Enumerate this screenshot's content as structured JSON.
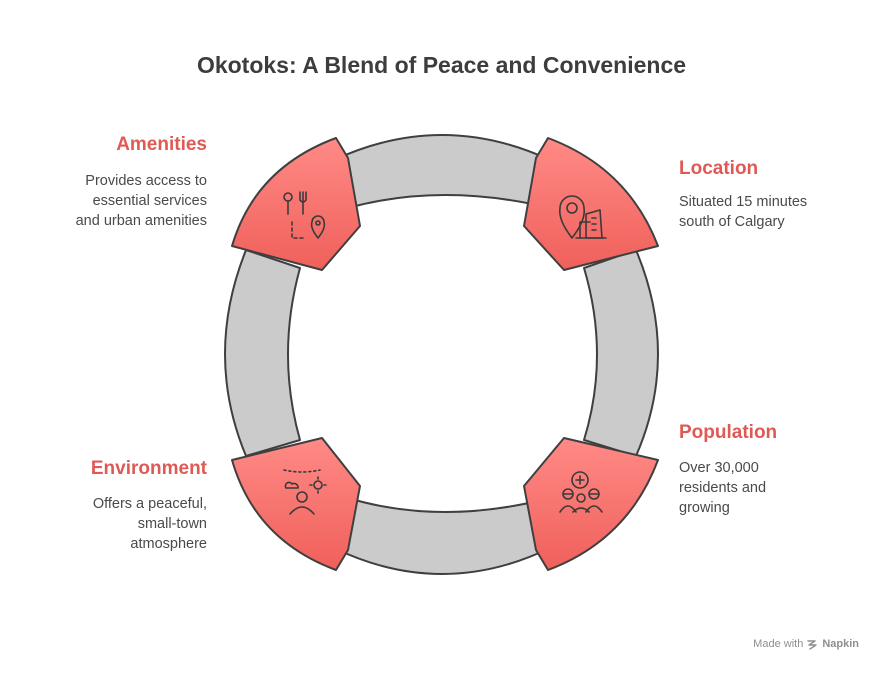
{
  "title": "Okotoks: A Blend of Peace and Convenience",
  "sections": {
    "amenities": {
      "label": "Amenities",
      "lines": [
        "Provides access to",
        "essential services",
        "and urban amenities"
      ],
      "icon": "utensils-location-icon"
    },
    "location": {
      "label": "Location",
      "lines": [
        "Situated 15 minutes",
        "south of Calgary"
      ],
      "icon": "map-pin-buildings-icon"
    },
    "population": {
      "label": "Population",
      "lines": [
        "Over 30,000",
        "residents and",
        "growing"
      ],
      "icon": "people-group-plus-icon"
    },
    "environment": {
      "label": "Environment",
      "lines": [
        "Offers a peaceful,",
        "small-town",
        "atmosphere"
      ],
      "icon": "person-sun-cloud-icon"
    }
  },
  "footer": {
    "prefix": "Made with",
    "brand": "Napkin"
  },
  "colors": {
    "accent": "#e05a55",
    "node_fill": "#f26b66",
    "ring_fill": "#cbcbcb",
    "stroke": "#3f3f3f",
    "text": "#3d3d3d"
  }
}
